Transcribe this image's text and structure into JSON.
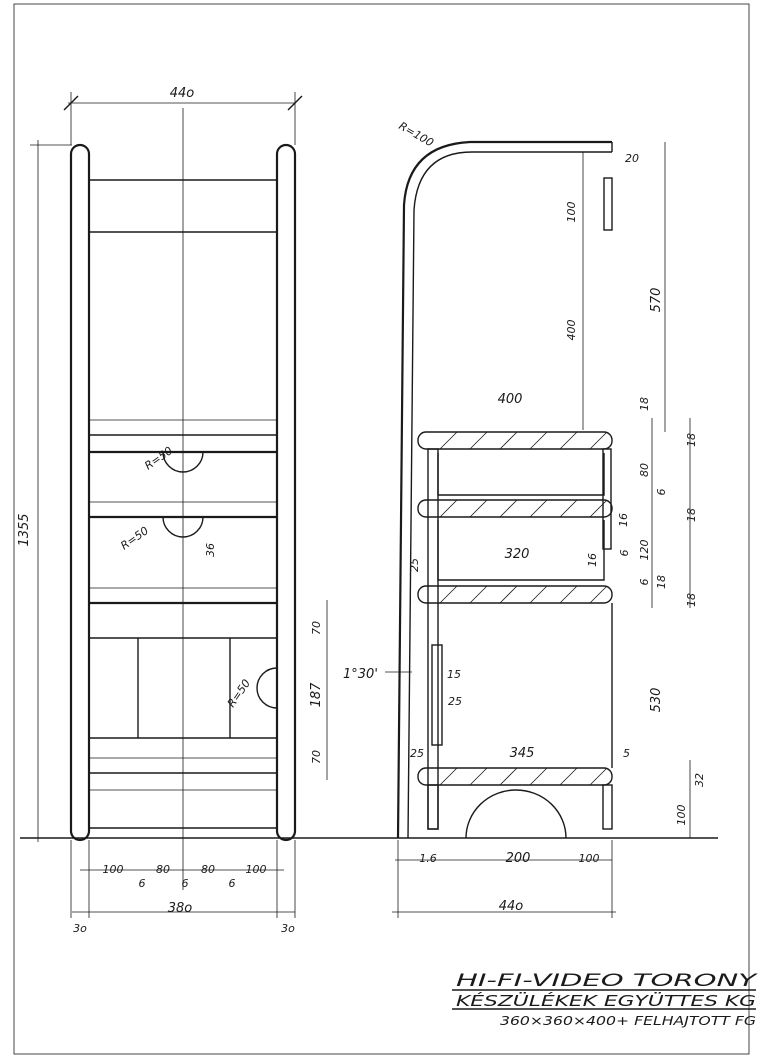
{
  "front_view": {
    "overall_width": "44o",
    "overall_height": "1355",
    "inner_width": "38o",
    "side_thickness_left": "3o",
    "side_thickness_right": "3o",
    "bottom_dims": [
      "100",
      "6",
      "80",
      "6",
      "80",
      "6",
      "100"
    ],
    "radii": [
      "R=50",
      "R=50",
      "R=50"
    ],
    "small_dim": "36"
  },
  "side_view": {
    "top_radius": "R=100",
    "top_gap": "20",
    "dims_upper": [
      "100",
      "400",
      "570"
    ],
    "label_upper": "400",
    "shelf_dims_right": [
      "18",
      "18",
      "80",
      "6",
      "18",
      "6",
      "120",
      "6",
      "18",
      "18"
    ],
    "label_mid_width": "320",
    "label_mid_left": "25",
    "label_mid_right": "16",
    "label_mid_far": "16",
    "angle": "1°30'",
    "left_dims": [
      "70",
      "187",
      "70"
    ],
    "small_marks": [
      "15",
      "25",
      "25"
    ],
    "label_lower_width": "345",
    "label_lower_right": "5",
    "lower_height": "530",
    "bottom_dims_right": [
      "32",
      "100"
    ],
    "bottom_width": [
      "1.6",
      "200",
      "100"
    ],
    "overall_depth": "44o"
  },
  "title_block": {
    "line1": "HI-FI-VIDEO TORONY",
    "line2": "KÉSZÜLÉKEK EGYÜTTES KG",
    "line3": "360×360×400+ FELHAJTOTT FG"
  }
}
